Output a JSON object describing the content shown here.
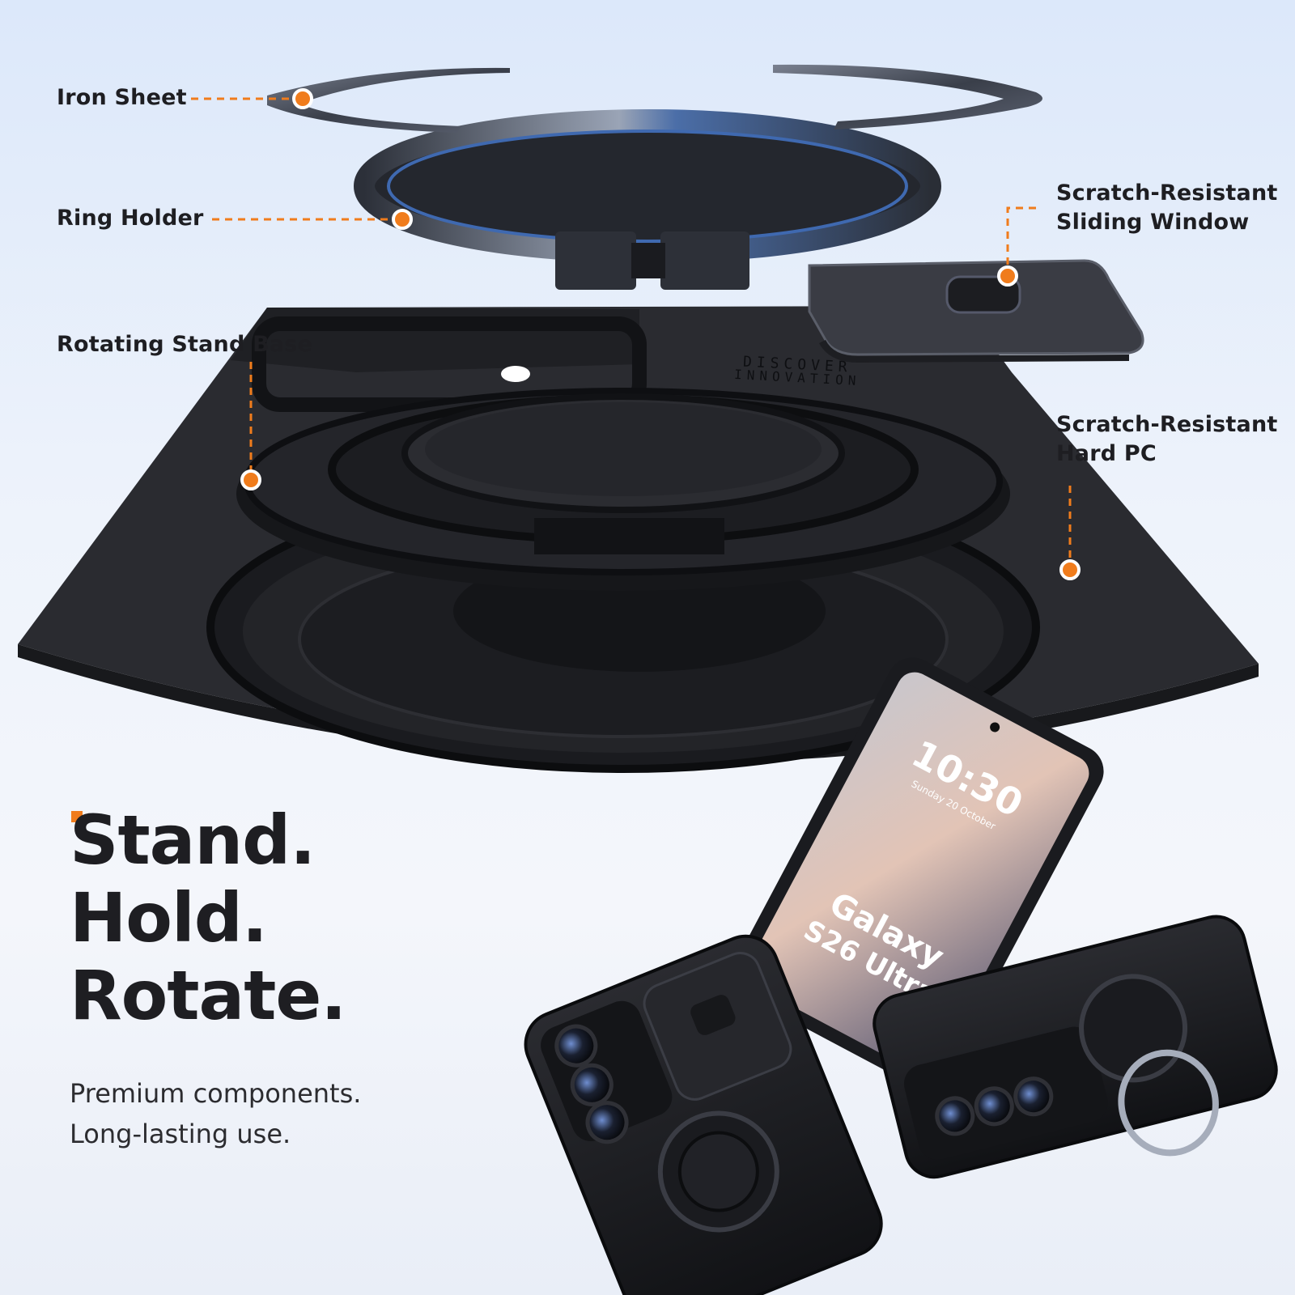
{
  "colors": {
    "accent": "#f07c1c",
    "text": "#1e1e22",
    "subtext": "#2c2c30",
    "case_black": "#1b1c20",
    "metal": "#4a4f5a"
  },
  "callouts": [
    {
      "id": "iron-sheet",
      "lines": [
        "Iron Sheet"
      ]
    },
    {
      "id": "ring-holder",
      "lines": [
        "Ring Holder"
      ]
    },
    {
      "id": "rotating-stand-base",
      "lines": [
        "Rotating Stand Base"
      ]
    },
    {
      "id": "sliding-window",
      "lines": [
        "Scratch-Resistant",
        "Sliding Window"
      ]
    },
    {
      "id": "hard-pc",
      "lines": [
        "Scratch-Resistant",
        "Hard PC"
      ]
    }
  ],
  "case_engraving": [
    "DISCOVER",
    "INNOVATION"
  ],
  "headline": [
    "Stand.",
    "Hold.",
    "Rotate."
  ],
  "tagline": [
    "Premium components.",
    "Long-lasting use."
  ],
  "phone_screen": {
    "time": "10:30",
    "date": "Sunday 20 October",
    "brand_line1": "Galaxy",
    "brand_line2": "S26 Ultra"
  }
}
